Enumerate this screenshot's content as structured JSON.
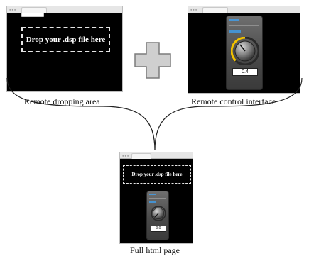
{
  "drop_text": "Drop your .dsp file here",
  "knob_value": "0.4",
  "full_knob_value": "0.0",
  "caption_left": "Remote dropping area",
  "caption_right": "Remote control interface",
  "caption_bottom": "Full html page",
  "colors": {
    "window_bg": "#000000",
    "dashed_border": "#e5e5e5",
    "accent": "#f2c200",
    "panel_text": "#36a6ff"
  },
  "icons": [
    "plus-sign"
  ]
}
